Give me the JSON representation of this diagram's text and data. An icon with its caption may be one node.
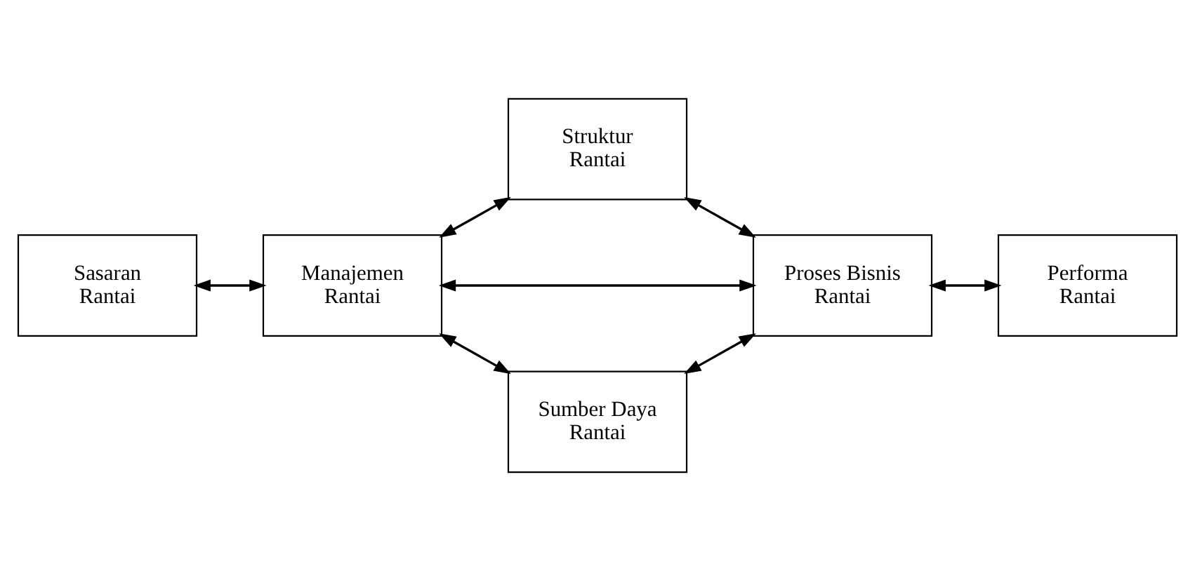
{
  "diagram": {
    "nodes": [
      {
        "text": [
          "Struktur Rantai"
        ]
      },
      {
        "text": [
          "Sasaran Rantai"
        ]
      },
      {
        "text": [
          "Manajemen Rantai"
        ]
      },
      {
        "text": [
          "Proses Bisnis Rantai"
        ]
      },
      {
        "text": [
          "Performa Rantai"
        ]
      },
      {
        "text": [
          "Sumber Daya Rantai"
        ]
      }
    ],
    "edges": [
      {
        "from": 2,
        "to": 0,
        "arrow": "both"
      },
      {
        "from": 0,
        "to": 3,
        "arrow": "both"
      },
      {
        "from": 1,
        "to": 2,
        "arrow": "both"
      },
      {
        "from": 2,
        "to": 3,
        "arrow": "both"
      },
      {
        "from": 3,
        "to": 4,
        "arrow": "both"
      },
      {
        "from": 2,
        "to": 5,
        "arrow": "both"
      },
      {
        "from": 5,
        "to": 3,
        "arrow": "both"
      }
    ]
  }
}
